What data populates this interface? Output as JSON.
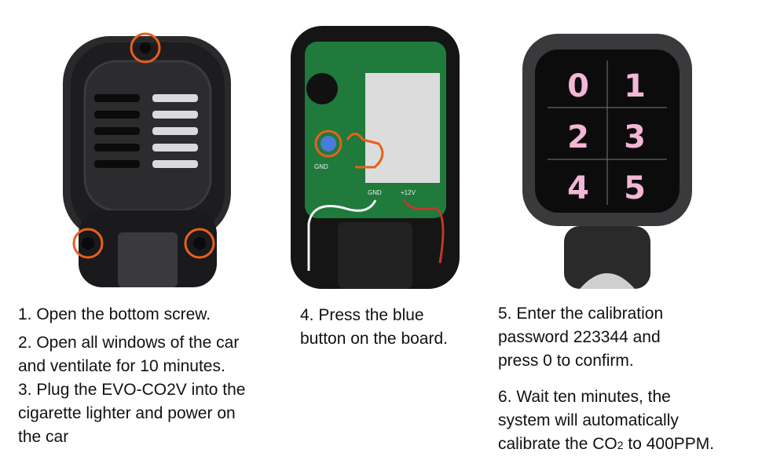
{
  "steps": {
    "step1": "1. Open the bottom screw.",
    "step2_line1": "2. Open all windows of the car",
    "step2_line2": "and ventilate for 10 minutes.",
    "step3_line1": "3. Plug the EVO-CO2V into the",
    "step3_line2": "cigarette lighter and power on",
    "step3_line3": "the car",
    "step4_line1": "4. Press the blue",
    "step4_line2": "button on the board.",
    "step5_line1": "5. Enter the calibration",
    "step5_line2": "password 223344 and",
    "step5_line3": "press 0 to confirm.",
    "step6_line1": "6. Wait ten minutes, the",
    "step6_line2": "system will automatically",
    "step6_line3_pre": "calibrate the CO",
    "step6_line3_sub": "2",
    "step6_line3_post": " to 400PPM."
  },
  "keypad": {
    "keys": [
      "0",
      "1",
      "2",
      "3",
      "4",
      "5"
    ]
  },
  "board_labels": {
    "gnd": "GND",
    "v12": "+12V"
  },
  "colors": {
    "highlight": "#e8601c",
    "digit": "#f3b6d6",
    "pcb": "#1f7a3c"
  }
}
